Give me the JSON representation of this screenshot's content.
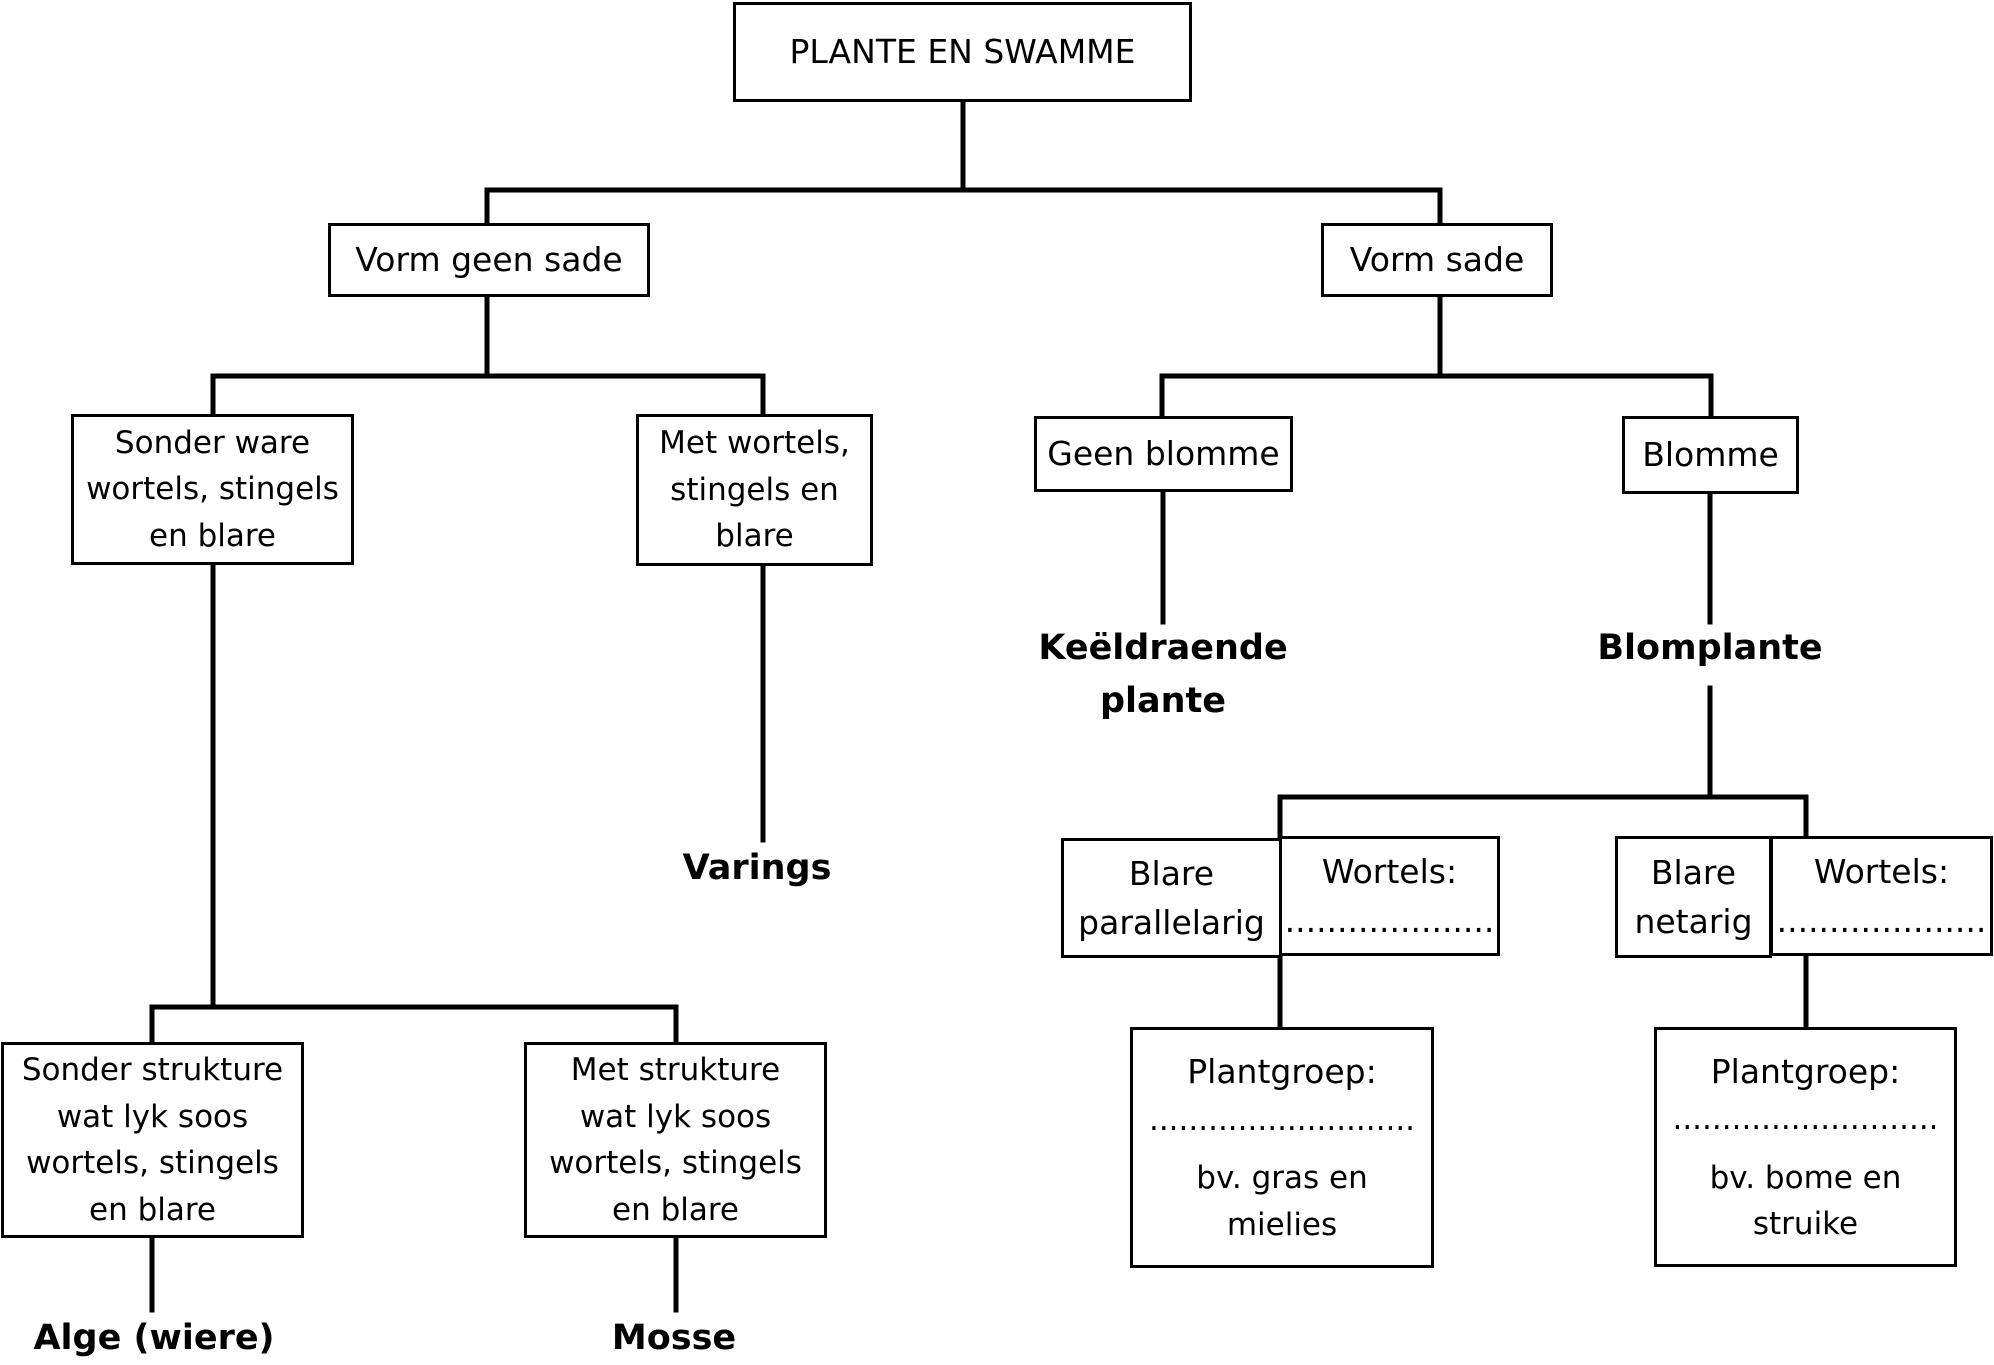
{
  "title": "PLANTE EN SWAMME",
  "no_seeds": "Vorm geen sade",
  "seeds": "Vorm sade",
  "no_true_organs": [
    "Sonder ware",
    "wortels, stingels",
    "en blare"
  ],
  "with_organs": [
    "Met wortels,",
    "stingels en",
    "blare"
  ],
  "no_structures": [
    "Sonder strukture",
    "wat lyk soos",
    "wortels, stingels",
    "en blare"
  ],
  "with_structures": [
    "Met strukture",
    "wat lyk soos",
    "wortels, stingels",
    "en blare"
  ],
  "no_flowers": "Geen blomme",
  "flowers": "Blomme",
  "outcome_cones": [
    "Keëldraende",
    "plante"
  ],
  "outcome_flowering": "Blomplante",
  "outcome_ferns": "Varings",
  "outcome_algae": "Alge (wiere)",
  "outcome_mosses": "Mosse",
  "leaves_parallel": [
    "Blare",
    "parallelarig"
  ],
  "roots_left": [
    "Wortels:",
    "...................."
  ],
  "leaves_net": [
    "Blare",
    "netarig"
  ],
  "roots_right": [
    "Wortels:",
    "...................."
  ],
  "plantgroup_left": [
    "Plantgroep:",
    "...........................",
    "bv. gras en",
    "mielies"
  ],
  "plantgroup_right": [
    "Plantgroep:",
    "...........................",
    "bv. bome en",
    "struike"
  ]
}
